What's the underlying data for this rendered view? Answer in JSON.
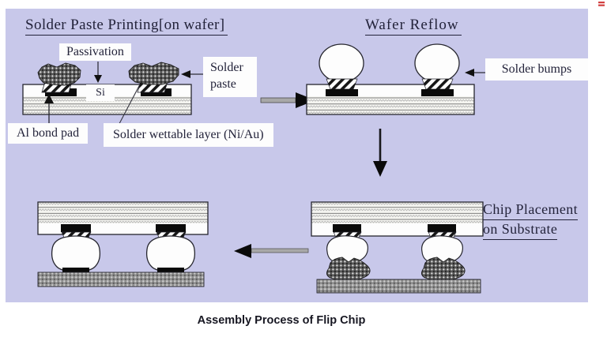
{
  "caption": "Assembly Process of Flip Chip",
  "stage1": {
    "title": "Solder Paste Printing[on wafer]",
    "passivation_label": "Passivation",
    "solder_paste_label": "Solder paste",
    "si_label": "Si",
    "al_bond_pad_label": "Al bond pad",
    "solder_wettable_label": "Solder wettable layer (Ni/Au)"
  },
  "stage2": {
    "title": "Wafer Reflow",
    "solder_bumps_label": "Solder bumps"
  },
  "stage3": {
    "title_line1": "Chip Placement",
    "title_line2": "on Substrate"
  },
  "colors": {
    "panel_background": "#c8c8ea",
    "ink": "#23233a",
    "substrate_gray": "#919191",
    "arrow_gray": "#a8a8a8",
    "corner_mark_red": "#d24040"
  },
  "flow_arrows": [
    {
      "from": "solder-paste-printing",
      "to": "wafer-reflow",
      "direction": "right"
    },
    {
      "from": "wafer-reflow",
      "to": "chip-placement-on-substrate",
      "direction": "down"
    },
    {
      "from": "chip-placement-on-substrate",
      "to": "final-assembly",
      "direction": "left"
    }
  ]
}
